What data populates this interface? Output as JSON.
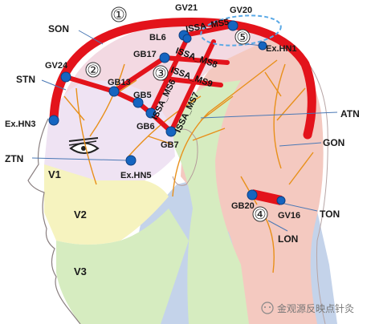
{
  "points": {
    "gv21": "GV21",
    "gv20": "GV20",
    "bl6": "BL6",
    "gb17": "GB17",
    "gv24": "GV24",
    "gb13": "GB13",
    "gb5": "GB5",
    "gb6": "GB6",
    "gb7": "GB7",
    "exhn3": "Ex.HN3",
    "exhn1": "Ex.HN1",
    "exhn5": "Ex.HN5",
    "gb20": "GB20",
    "gv16": "GV16"
  },
  "nerves": {
    "son": "SON",
    "stn": "STN",
    "ztn": "ZTN",
    "atn": "ATN",
    "gon": "GON",
    "ton": "TON",
    "lon": "LON",
    "v1": "V1",
    "v2": "V2",
    "v3": "V3"
  },
  "lines": {
    "ms5": "ISSA_MS5",
    "ms8": "ISSA_MS8",
    "ms9": "ISSA_MS9",
    "ms6": "ISSA_MS6",
    "ms7": "ISSA_MS7"
  },
  "regions": [
    "①",
    "②",
    "③",
    "④",
    "⑤"
  ],
  "watermark": "金观源反映点针灸",
  "colors": {
    "needle_line": "#e3131b",
    "point_dot": "#1565c0",
    "nerve": "#e8901a",
    "v1_zone": "#efe3f3",
    "v2_zone": "#f6f3bf",
    "v3_zone": "#d6ecc0",
    "occipital_zone": "#f4c9c0",
    "neck_zone": "#c4d3ea"
  }
}
